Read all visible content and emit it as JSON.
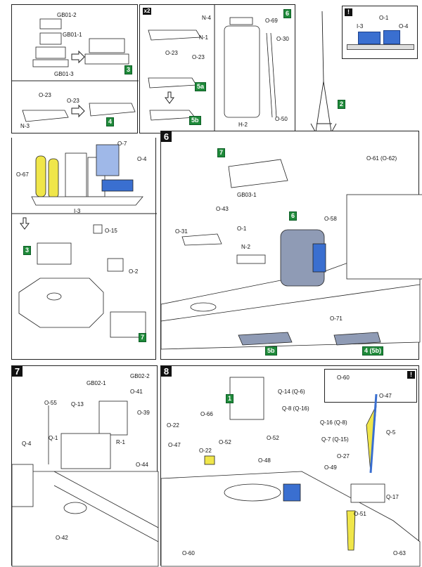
{
  "top_left": {
    "labels": [
      "GB01-2",
      "GB01-1",
      "GB01-3",
      "O-23",
      "O-23",
      "N-3"
    ],
    "steps": [
      "3",
      "4"
    ]
  },
  "top_mid": {
    "qty": "x2",
    "labels": [
      "N-4",
      "N-1",
      "O-23",
      "O-23",
      "O-69",
      "O-30",
      "O-50",
      "H-2"
    ],
    "steps": [
      "5a",
      "5b",
      "6"
    ]
  },
  "top_right": {
    "labels": [
      "O-1",
      "I-3",
      "O-4"
    ],
    "step": "2"
  },
  "left_mid": {
    "labels": [
      "O-7",
      "O-4",
      "O-67",
      "I-3",
      "O-15",
      "O-2"
    ],
    "steps": [
      "3",
      "7"
    ]
  },
  "step6": {
    "number": "6",
    "labels": [
      "O-61 (O-62)",
      "GB03-1",
      "O-43",
      "O-1",
      "O-31",
      "O-58",
      "N-2",
      "O-71"
    ],
    "steps": [
      "7",
      "6",
      "5b",
      "4 (5b)"
    ]
  },
  "step7": {
    "number": "7",
    "labels": [
      "GB02-1",
      "GB02-2",
      "O-41",
      "O-39",
      "O-55",
      "Q-13",
      "Q-4",
      "Q-1",
      "R-1",
      "O-44",
      "O-42"
    ]
  },
  "step8": {
    "number": "8",
    "labels": [
      "Q-14 (Q-6)",
      "O-60",
      "O-47",
      "Q-8 (Q-16)",
      "O-22",
      "O-66",
      "O-52",
      "O-52",
      "Q-16 (Q-8)",
      "Q-5",
      "O-47",
      "O-22",
      "O-48",
      "Q-7 (Q-15)",
      "O-27",
      "O-49",
      "Q-17",
      "O-51",
      "O-60",
      "O-63"
    ],
    "step": "1"
  },
  "colors": {
    "green": "#1f8a3a",
    "blue": "#3a6fd0",
    "yellow": "#f0e64a",
    "lightblue": "#9fb8e8",
    "slate": "#8f9bb5"
  }
}
